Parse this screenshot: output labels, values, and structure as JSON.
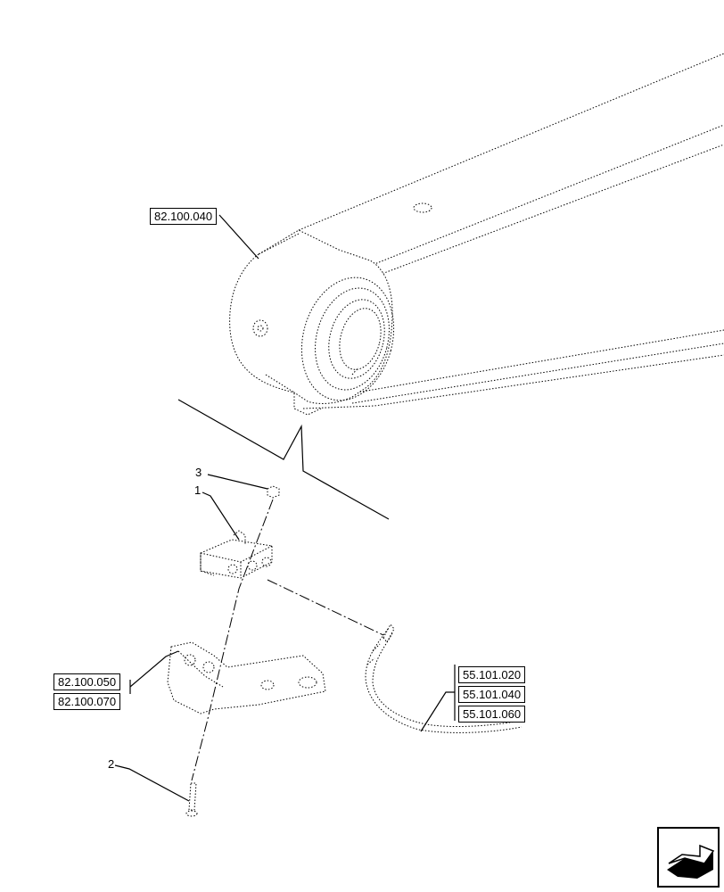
{
  "references": {
    "top": "82.100.040",
    "left": [
      "82.100.050",
      "82.100.070"
    ],
    "right": [
      "55.101.020",
      "55.101.040",
      "55.101.060"
    ]
  },
  "callouts": {
    "item1": "1",
    "item2": "2",
    "item3": "3"
  },
  "navigation": {
    "icon": "return-arrow-icon"
  }
}
